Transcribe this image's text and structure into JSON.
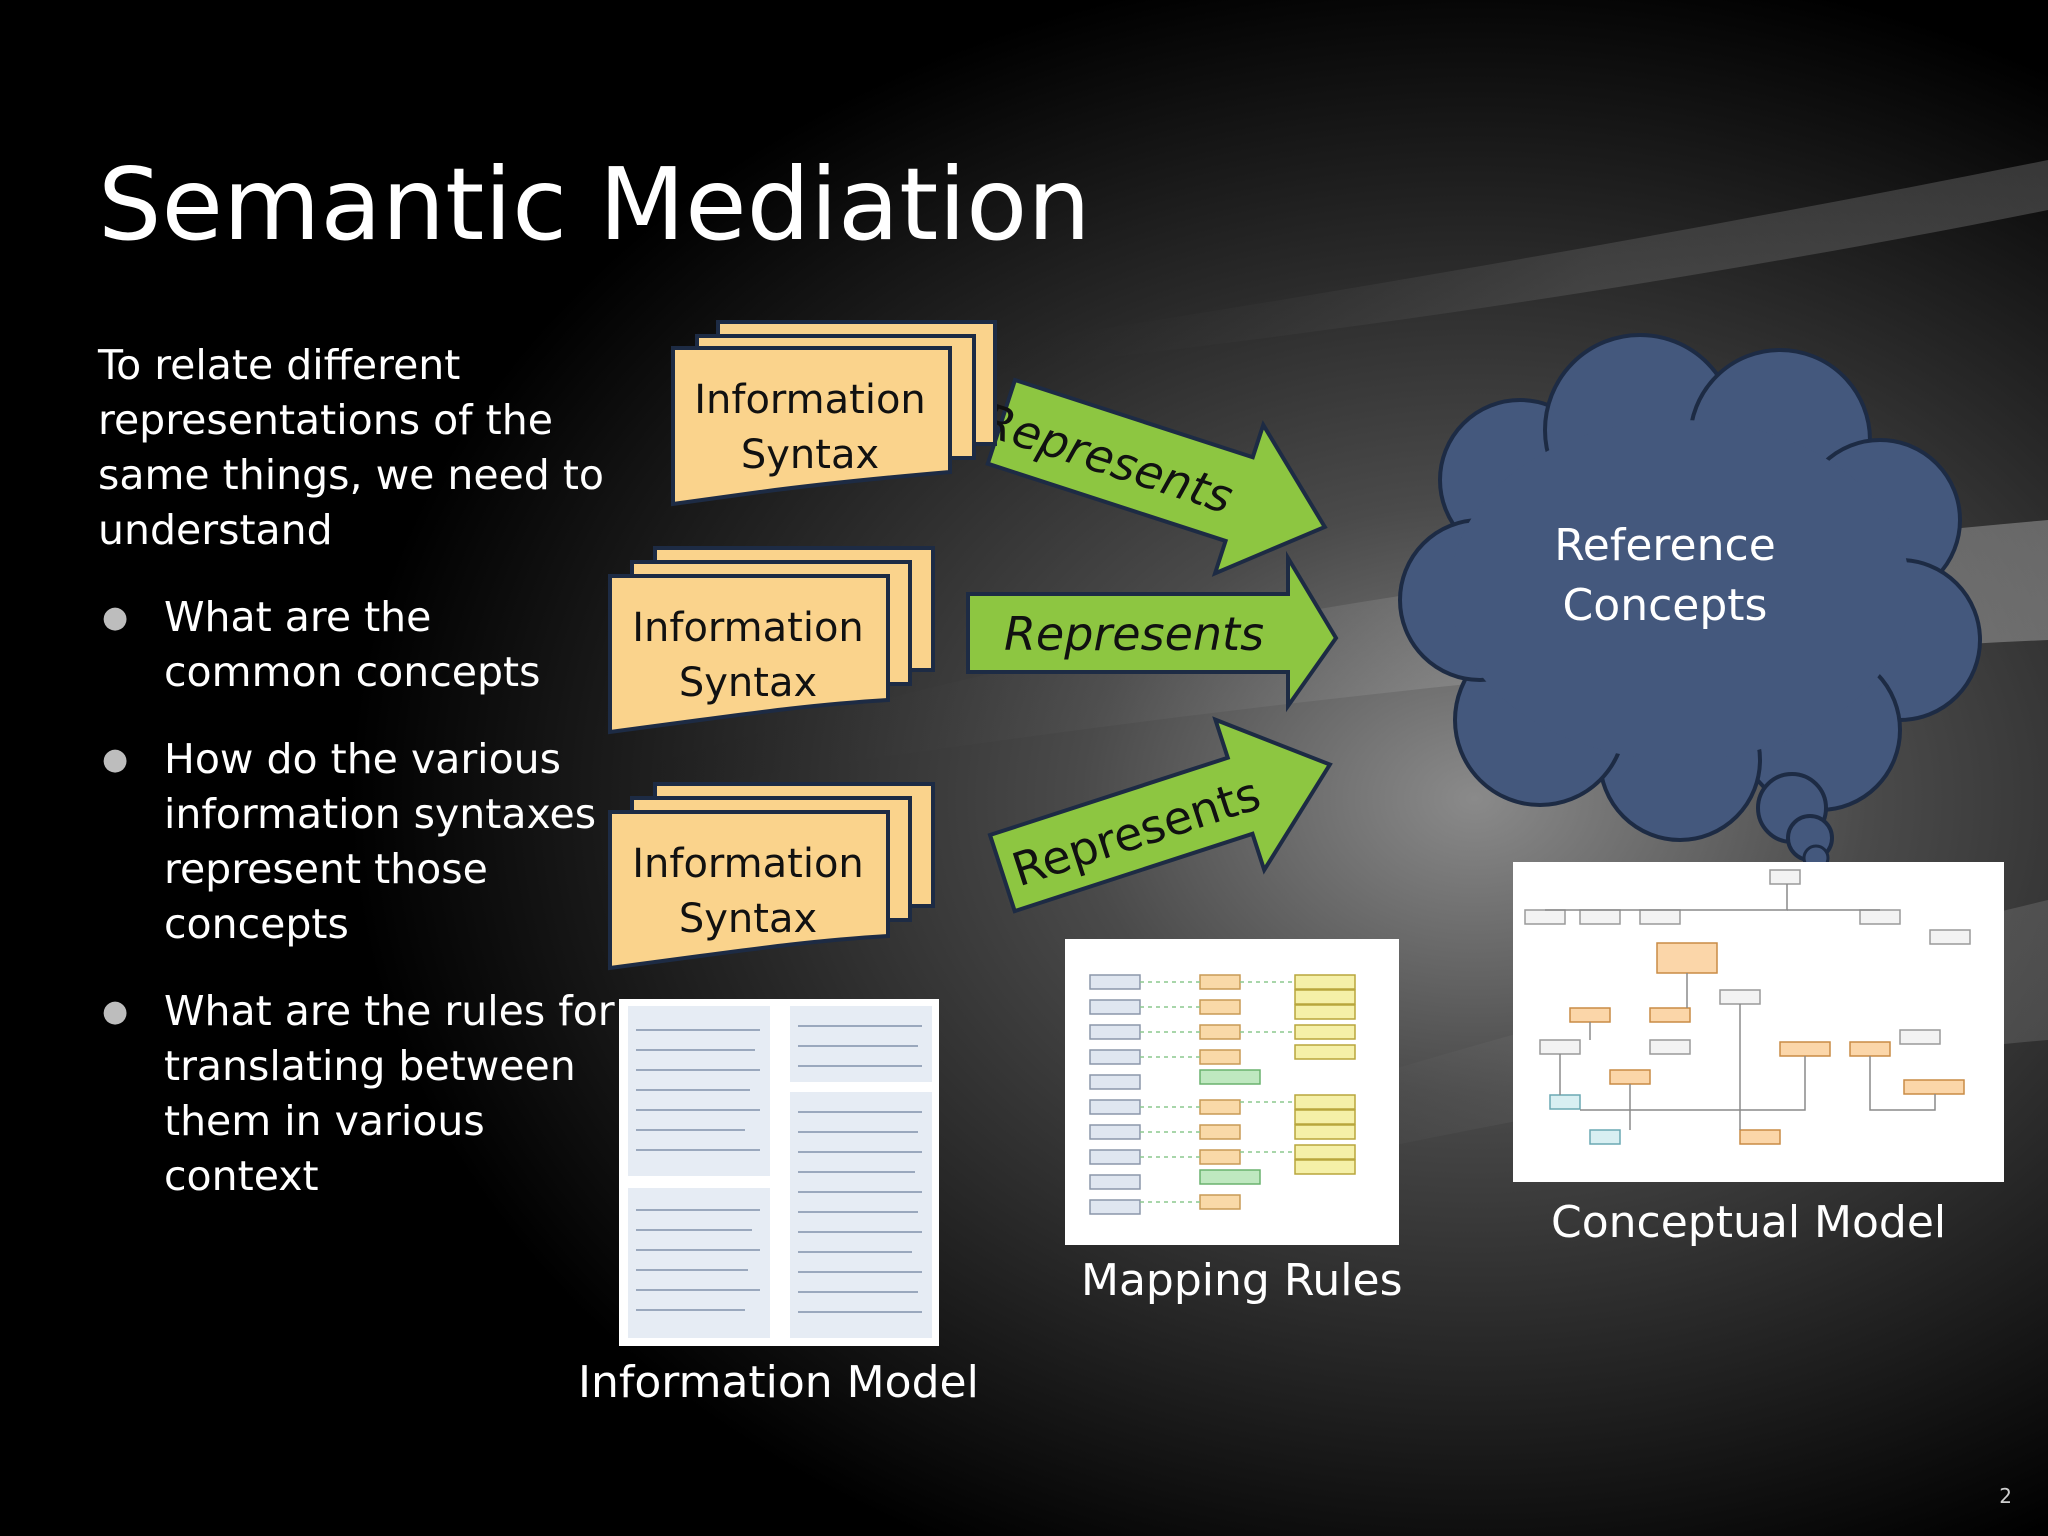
{
  "slide": {
    "title": "Semantic Mediation",
    "intro": "To relate different representations of the same things, we need to understand",
    "bullets": [
      "What are the common concepts",
      "How do the various information syntaxes represent those concepts",
      "What are the rules for translating between them in various context"
    ],
    "page_number": "2"
  },
  "diagram": {
    "syntax_boxes": [
      {
        "line1": "Information",
        "line2": "Syntax"
      },
      {
        "line1": "Information",
        "line2": "Syntax"
      },
      {
        "line1": "Information",
        "line2": "Syntax"
      }
    ],
    "arrows": [
      {
        "label": "Represents"
      },
      {
        "label": "Represents"
      },
      {
        "label": "Represents"
      }
    ],
    "cloud": {
      "line1": "Reference",
      "line2": "Concepts"
    },
    "captions": {
      "information_model": "Information Model",
      "mapping_rules": "Mapping Rules",
      "conceptual_model": "Conceptual Model"
    },
    "colors": {
      "syntax_fill": "#fad38c",
      "arrow_fill": "#8dc641",
      "cloud_fill": "#44587d",
      "outline": "#1d2b44"
    }
  }
}
